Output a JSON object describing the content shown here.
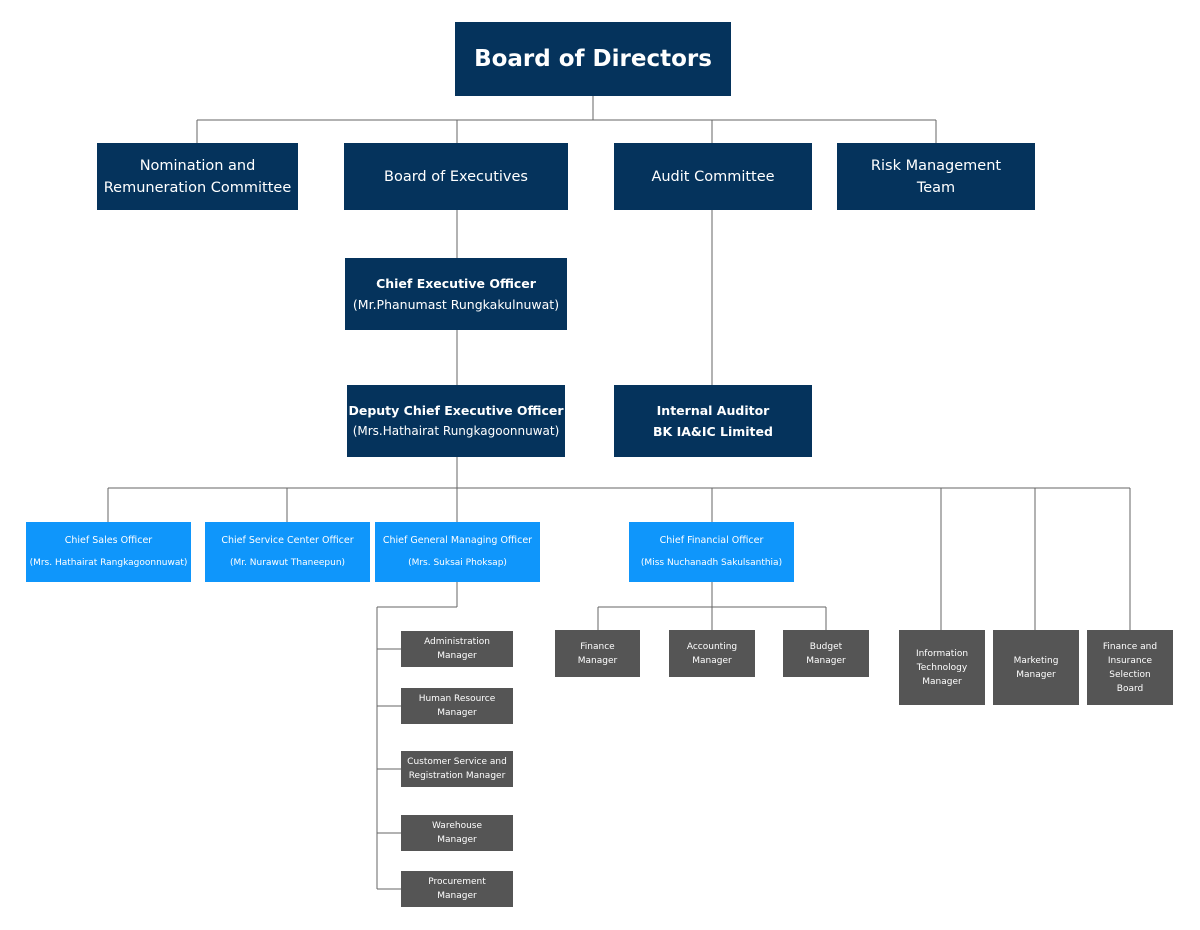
{
  "chart": {
    "board": "Board of Directors",
    "committees": [
      "Nomination and\nRemuneration Committee",
      "Board of Executives",
      "Audit Committee",
      "Risk Management\nTeam"
    ],
    "ceo": {
      "title": "Chief Executive Officer",
      "name": "(Mr.Phanumast Rungkakulnuwat)"
    },
    "deputy": {
      "title": "Deputy Chief Executive Officer",
      "name": "(Mrs.Hathairat Rungkagoonnuwat)"
    },
    "internal_auditor": {
      "title": "Internal Auditor",
      "name": "BK IA&IC Limited"
    },
    "officers": [
      {
        "title": "Chief Sales Officer",
        "name": "(Mrs. Hathairat Rangkagoonnuwat)"
      },
      {
        "title": "Chief Service Center Officer",
        "name": "(Mr. Nurawut Thaneepun)"
      },
      {
        "title": "Chief General Managing Officer",
        "name": "(Mrs. Suksai Phoksap)"
      },
      {
        "title": "Chief Financial Officer",
        "name": "(Miss Nuchanadh Sakulsanthia)"
      }
    ],
    "gmo_managers": [
      "Administration\nManager",
      "Human Resource\nManager",
      "Customer Service and\nRegistration Manager",
      "Warehouse\nManager",
      "Procurement\nManager"
    ],
    "cfo_managers": [
      "Finance\nManager",
      "Accounting\nManager",
      "Budget\nManager"
    ],
    "other_managers": [
      "Information\nTechnology\nManager",
      "Marketing\nManager",
      "Finance and\nInsurance\nSelection\nBoard"
    ]
  },
  "colors": {
    "navy": "#05335c",
    "blue": "#0f96fb",
    "gray": "#555555",
    "line": "#666666"
  }
}
